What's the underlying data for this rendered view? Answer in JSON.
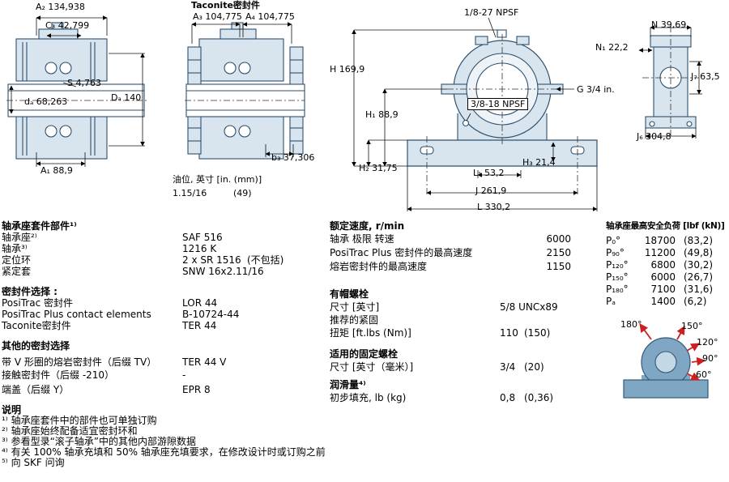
{
  "colors": {
    "drawing_line": "#2d5170",
    "drawing_fill": "#d8e4ee",
    "load_arrow_red": "#cc1f1f"
  },
  "drawings": {
    "left": {
      "dim_a2": "A₂ 134,938",
      "dim_c3": "C₃ 42,799",
      "dim_s": "S 4,763",
      "dim_da_small": "dₐ 68,263",
      "dim_da_big": "Dₐ 140",
      "dim_a1": "A₁ 88,9"
    },
    "taconite": {
      "title": "Taconite密封件",
      "dim_a3": "A₃ 104,775",
      "dim_a4": "A₄ 104,775",
      "dim_b3": "b₃ 37,306"
    },
    "oil": {
      "line1": "油位, 英寸 [in. (mm)]",
      "value": "1.15/16",
      "value_mm": "(49)"
    },
    "front": {
      "npsf_top": "1/8-27 NPSF",
      "npsf_side": "3/8-18 NPSF",
      "dim_h": "H 169,9",
      "dim_h1": "H₁ 88,9",
      "dim_g": "G 3/4 in.",
      "dim_h2": "H₂ 31,75",
      "dim_h3": "H₃ 21,4",
      "dim_l1": "L₁ 53,2",
      "dim_j": "J 261,9",
      "dim_l": "L 330,2"
    },
    "side": {
      "dim_n": "N 39,69",
      "dim_n1": "N₁ 22,2",
      "dim_j7": "J₇ 63,5",
      "dim_j6": "J₆ 304,8"
    },
    "angles": {
      "labels": [
        "180°",
        "150°",
        "120°",
        "90°",
        "60°"
      ]
    }
  },
  "parts": {
    "header": "轴承座套件部件¹⁾",
    "rows": [
      {
        "label": "轴承座²⁾",
        "value": "SAF 516",
        "extra": ""
      },
      {
        "label": "轴承³⁾",
        "value": "1216 K",
        "extra": ""
      },
      {
        "label": "定位环",
        "value": "2 x SR 1516",
        "extra": "(不包括)"
      },
      {
        "label": "紧定套",
        "value": "SNW 16x2.11/16",
        "extra": ""
      }
    ]
  },
  "seals": {
    "header": "密封件选择 :",
    "rows": [
      {
        "label": "PosiTrac 密封件",
        "value": "LOR 44"
      },
      {
        "label": "PosiTrac Plus contact elements",
        "value": "B-10724-44"
      },
      {
        "label": "Taconite密封件",
        "value": "TER 44"
      }
    ]
  },
  "other_seals": {
    "header": "其他的密封选择",
    "rows": [
      {
        "label": "带 V 形圈的熔岩密封件（后缀 TV）",
        "value": "TER 44 V"
      },
      {
        "label": "接触密封件（后缀 -210）",
        "value": "-"
      },
      {
        "label": "端盖（后缀 Y）",
        "value": "EPR 8"
      }
    ]
  },
  "speeds": {
    "header": "额定速度, r/min",
    "rows": [
      {
        "label": "轴承 极限 转速",
        "value": "6000"
      },
      {
        "label": "PosiTrac Plus 密封件的最高速度",
        "value": "2150"
      },
      {
        "label": "熔岩密封件的最高速度",
        "value": "1150"
      }
    ]
  },
  "bolts": {
    "header": "有帽螺栓",
    "size_label": "尺寸 [英寸]",
    "size_value": "5/8 UNCx89",
    "rec_label": "推荐的紧固",
    "torque_label": "扭矩 [ft.lbs (Nm)]",
    "torque_value": "110",
    "torque_extra": "(150)"
  },
  "fixing_bolts": {
    "header": "适用的固定螺栓",
    "size_label": "尺寸 [英寸（毫米）]",
    "size_value": "3/4",
    "size_extra": "(20)"
  },
  "grease": {
    "header": "润滑量⁴⁾",
    "label": "初步填充, lb (kg)",
    "value": "0,8",
    "extra": "(0,36)"
  },
  "loads": {
    "header": "轴承座最高安全负荷 [lbf (kN)]",
    "rows": [
      {
        "label": "P₀°",
        "value": "18700",
        "extra": "(83,2)"
      },
      {
        "label": "P₉₀°",
        "value": "11200",
        "extra": "(49,8)"
      },
      {
        "label": "P₁₂₀°",
        "value": "6800",
        "extra": "(30,2)"
      },
      {
        "label": "P₁₅₀°",
        "value": "6000",
        "extra": "(26,7)"
      },
      {
        "label": "P₁₈₀°",
        "value": "7100",
        "extra": "(31,6)"
      },
      {
        "label": "Pₐ",
        "value": "1400",
        "extra": "(6,2)"
      }
    ]
  },
  "notes": {
    "header": "说明",
    "items": [
      "¹⁾ 轴承座套件中的部件也可单独订购",
      "²⁾ 轴承座始终配备适宜密封环和",
      "³⁾ 参看型录“滚子轴承”中的其他内部游隙数据",
      "⁴⁾ 有关 100% 轴承充填和 50% 轴承座充填要求，在修改设计时或订购之前",
      "⁵⁾ 向 SKF 问询"
    ]
  }
}
